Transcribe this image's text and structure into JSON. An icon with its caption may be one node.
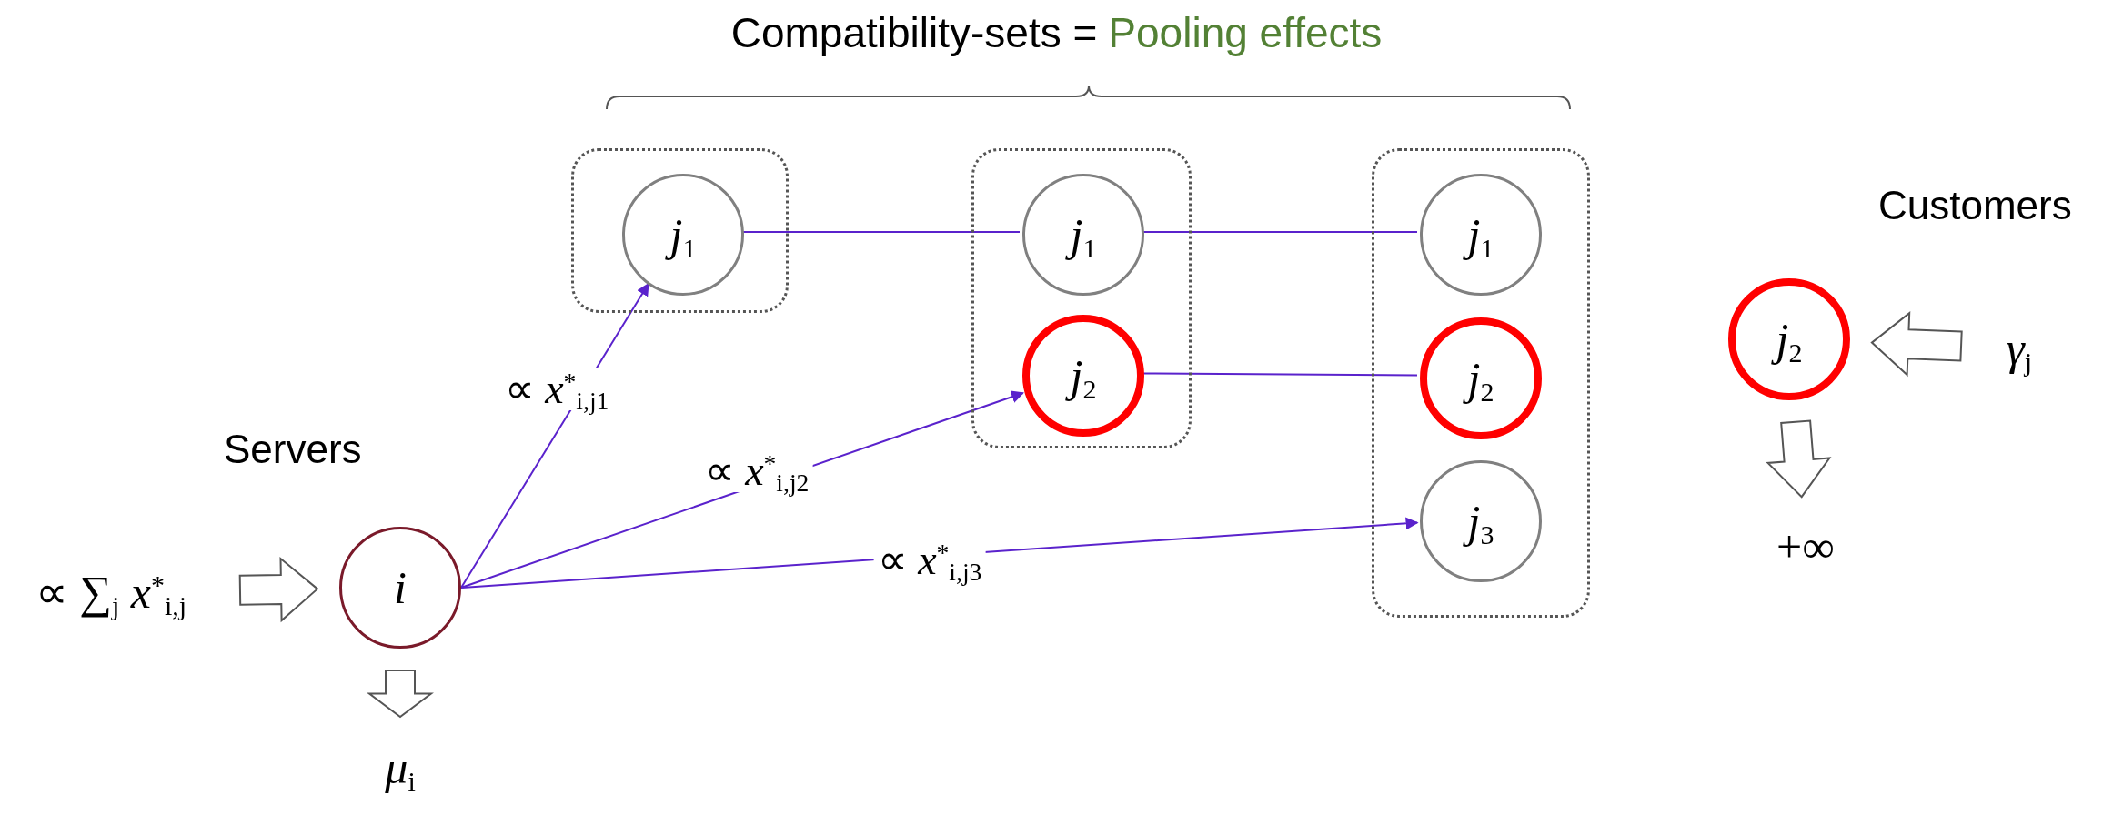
{
  "diagram": {
    "title": "Compatibility-sets =",
    "nodes": [
      {
        "text": [],
        "shape": "box"
      },
      {
        "text": [
          "*j*$_{1}$"
        ],
        "in": 0
      },
      {
        "text": [],
        "shape": "box"
      },
      {
        "text": [
          "*j*$_{1}$"
        ],
        "in": 2
      },
      {
        "text": [
          "*j*$_{2}$"
        ],
        "in": 2
      },
      {
        "text": [],
        "shape": "box"
      },
      {
        "text": [
          "*j*$_{1}$"
        ],
        "in": 5
      },
      {
        "text": [
          "*j*$_{2}$"
        ],
        "in": 5
      },
      {
        "text": [
          "*j*$_{3}$"
        ],
        "in": 5
      },
      {
        "text": [
          "i"
        ],
        "beside": [
          "Servers"
        ]
      },
      {
        "text": [
          "*j*$_{2}$"
        ],
        "beside": [
          "Customers"
        ]
      },
      {
        "text": [
          "∝ ∑$_{j}$ *x*$^{*}$$_{i,j}$"
        ]
      },
      {
        "text": [
          "*μ*$_{i}$"
        ]
      },
      {
        "text": [
          "*γ*$_{j}$"
        ]
      },
      {
        "text": [
          "+∞"
        ]
      }
    ],
    "edges": [
      {
        "from": 9,
        "to": 1,
        "arrow": "to",
        "label": "∝ *x*$^{*}$$_{i,j1}$"
      },
      {
        "from": 9,
        "to": 4,
        "arrow": "to",
        "label": "∝ *x*$^{*}$$_{i,j2}$"
      },
      {
        "from": 9,
        "to": 8,
        "arrow": "to",
        "label": "∝ *x*$^{*}$$_{i,j3}$"
      },
      {
        "from": 1,
        "to": 3,
        "arrow": "none"
      },
      {
        "from": 3,
        "to": 6,
        "arrow": "none"
      },
      {
        "from": 4,
        "to": 7,
        "arrow": "none"
      },
      {
        "from": 11,
        "to": 9,
        "arrow": "to",
        "style": "thick",
        "color": "#555555"
      },
      {
        "from": 9,
        "to": 12,
        "arrow": "to",
        "style": "thick",
        "color": "#555555"
      },
      {
        "from": 13,
        "to": 10,
        "arrow": "to",
        "style": "thick",
        "color": "#555555"
      },
      {
        "from": 10,
        "to": 14,
        "arrow": "to",
        "style": "thick",
        "color": "#555555"
      }
    ],
    "labels": [
      "Pooling effects"
    ]
  }
}
